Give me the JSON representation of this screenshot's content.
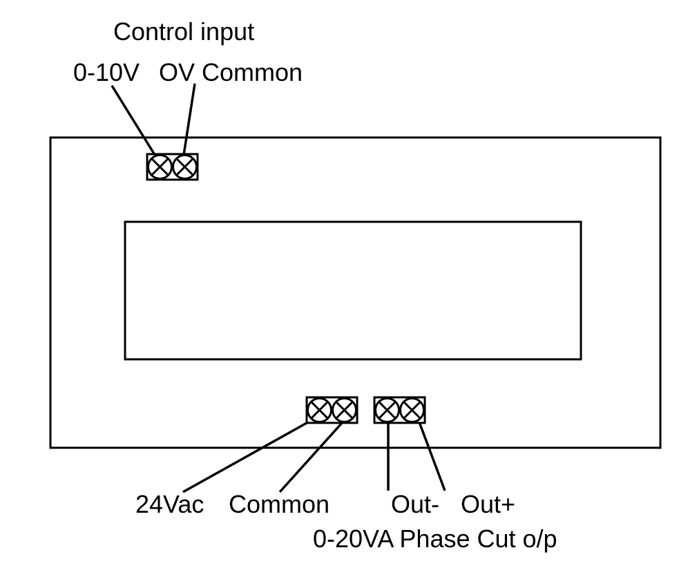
{
  "diagram": {
    "title": "Controller wiring diagram",
    "colors": {
      "line": "#000000",
      "background": "#ffffff"
    },
    "control_input": {
      "heading": "Control input",
      "terminal_labels": [
        "0-10V",
        "OV Common"
      ]
    },
    "power_terminals": {
      "labels": [
        "24Vac",
        "Common"
      ]
    },
    "output_terminals": {
      "labels": [
        "Out-",
        "Out+"
      ],
      "caption": "0-20VA Phase Cut o/p"
    },
    "terminal_symbol": "screw-terminal-x-circle"
  }
}
